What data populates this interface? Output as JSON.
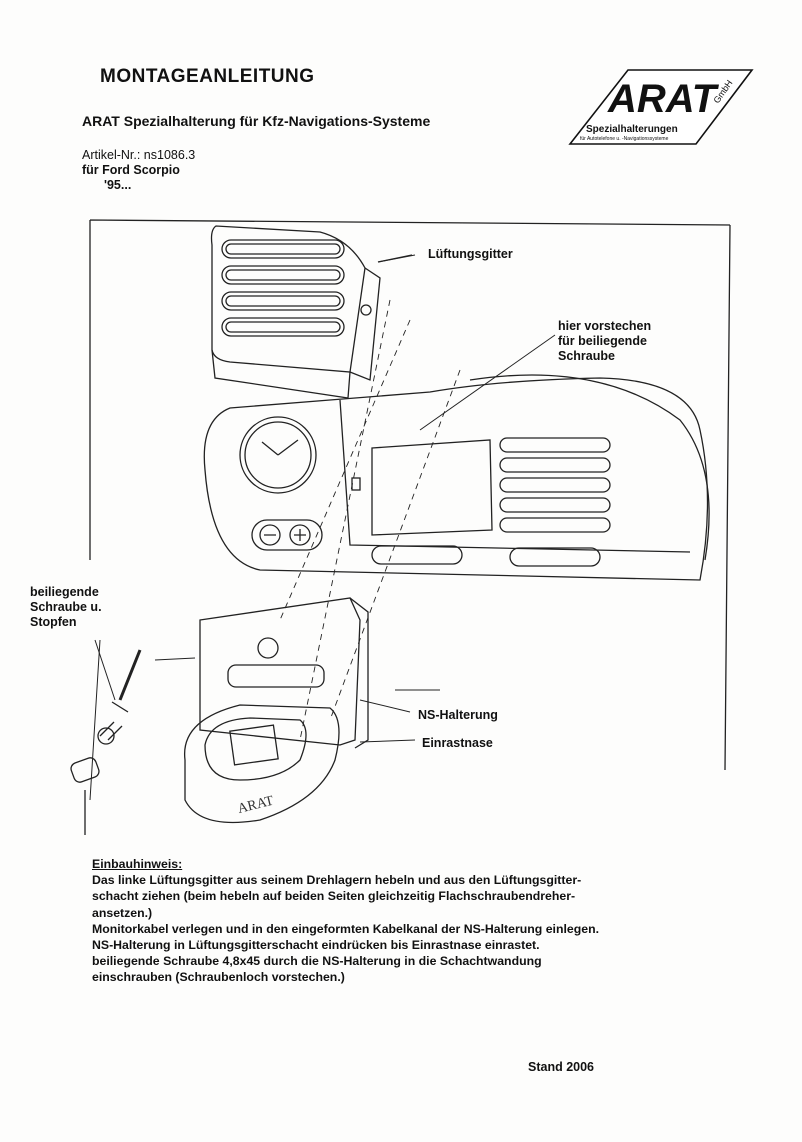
{
  "header": {
    "title": "MONTAGEANLEITUNG",
    "subtitle": "ARAT Spezialhalterung für Kfz-Navigations-Systeme",
    "article_number": "Artikel-Nr.: ns1086.3",
    "vehicle": "für Ford Scorpio",
    "year": "'95..."
  },
  "logo": {
    "brand": "ARAT",
    "suffix": "GmbH",
    "tagline": "Spezialhalterungen",
    "subline": "für Autotelefone u. -Navigationssysteme"
  },
  "labels": {
    "vent": "Lüftungsgitter",
    "pierce_line1": "hier vorstechen",
    "pierce_line2": "für beiliegende",
    "pierce_line3": "Schraube",
    "screw_line1": "beiliegende",
    "screw_line2": "Schraube u.",
    "screw_line3": "Stopfen",
    "holder": "NS-Halterung",
    "nose": "Einrastnase",
    "holder_engraving": "ARAT"
  },
  "notes": {
    "heading": "Einbauhinweis:",
    "lines": [
      "Das linke Lüftungsgitter aus seinem Drehlagern hebeln und aus den Lüftungsgitter-",
      "schacht ziehen (beim hebeln auf beiden Seiten gleichzeitig Flachschraubendreher-",
      "ansetzen.)",
      "Monitorkabel verlegen und in den eingeformten Kabelkanal der NS-Halterung einlegen.",
      "NS-Halterung in Lüftungsgitterschacht eindrücken bis Einrastnase einrastet.",
      "beiliegende Schraube 4,8x45 durch die NS-Halterung in die Schachtwandung",
      "einschrauben (Schraubenloch vorstechen.)"
    ]
  },
  "footer": {
    "stand": "Stand 2006"
  }
}
